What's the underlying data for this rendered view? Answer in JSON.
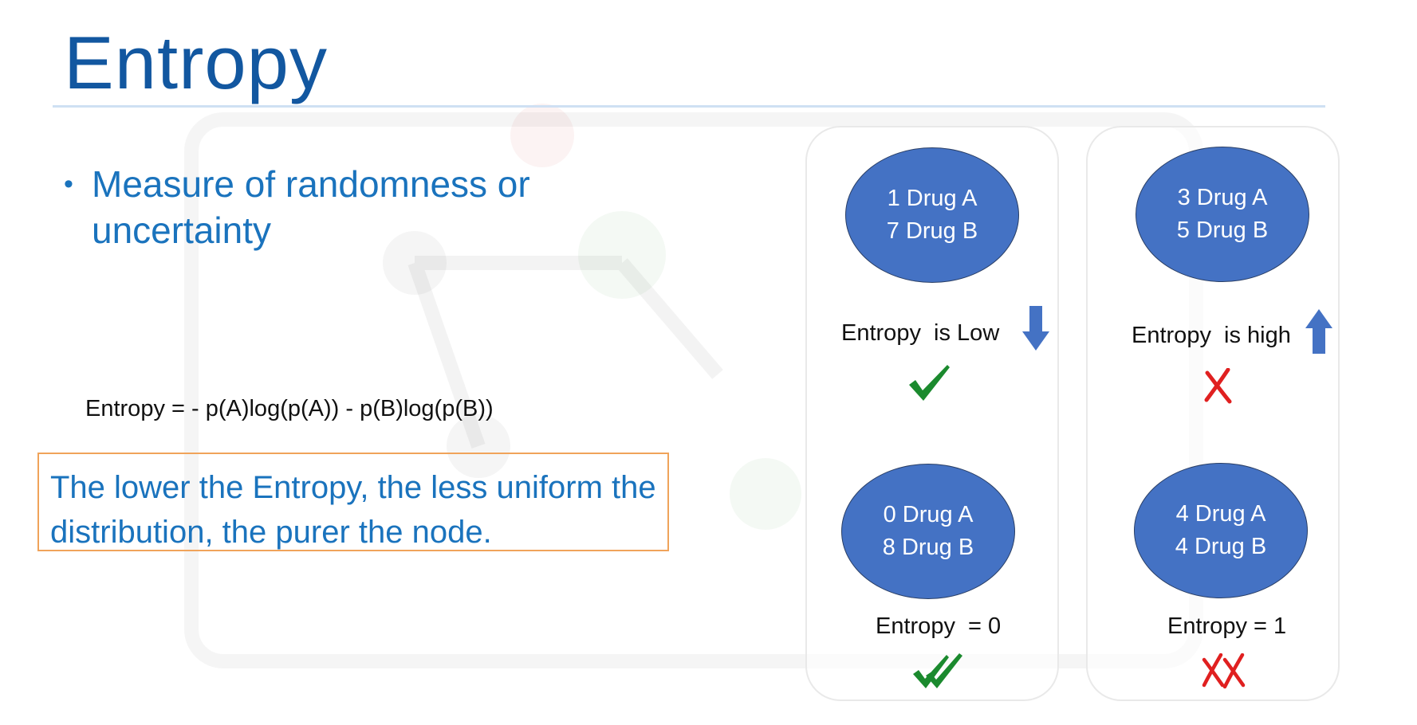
{
  "slide": {
    "title": "Entropy",
    "bullet": "Measure of randomness or uncertainty",
    "formula": "Entropy = - p(A)log(p(A)) - p(B)log(p(B))",
    "callout": "The lower the Entropy, the less uniform the distribution, the purer the node."
  },
  "colors": {
    "title": "#1257a0",
    "body_text": "#1a73bd",
    "callout_border": "#f0a35a",
    "node_fill": "#4472c4",
    "arrow": "#4472c4",
    "check": "#1b8a2e",
    "cross": "#e02020"
  },
  "panels": [
    {
      "top_node": {
        "line1": "1 Drug A",
        "line2": "7 Drug B"
      },
      "top_label": "Entropy  is Low",
      "arrow_icon": "arrow-down-icon",
      "top_mark_icon": "check-icon",
      "bottom_node": {
        "line1": "0 Drug A",
        "line2": "8 Drug B"
      },
      "bottom_label": "Entropy  = 0",
      "bottom_mark_icon": "double-check-icon"
    },
    {
      "top_node": {
        "line1": "3 Drug A",
        "line2": "5 Drug B"
      },
      "top_label": "Entropy  is high",
      "arrow_icon": "arrow-up-icon",
      "top_mark_icon": "cross-icon",
      "bottom_node": {
        "line1": "4 Drug A",
        "line2": "4 Drug B"
      },
      "bottom_label": "Entropy = 1",
      "bottom_mark_icon": "double-cross-icon"
    }
  ]
}
